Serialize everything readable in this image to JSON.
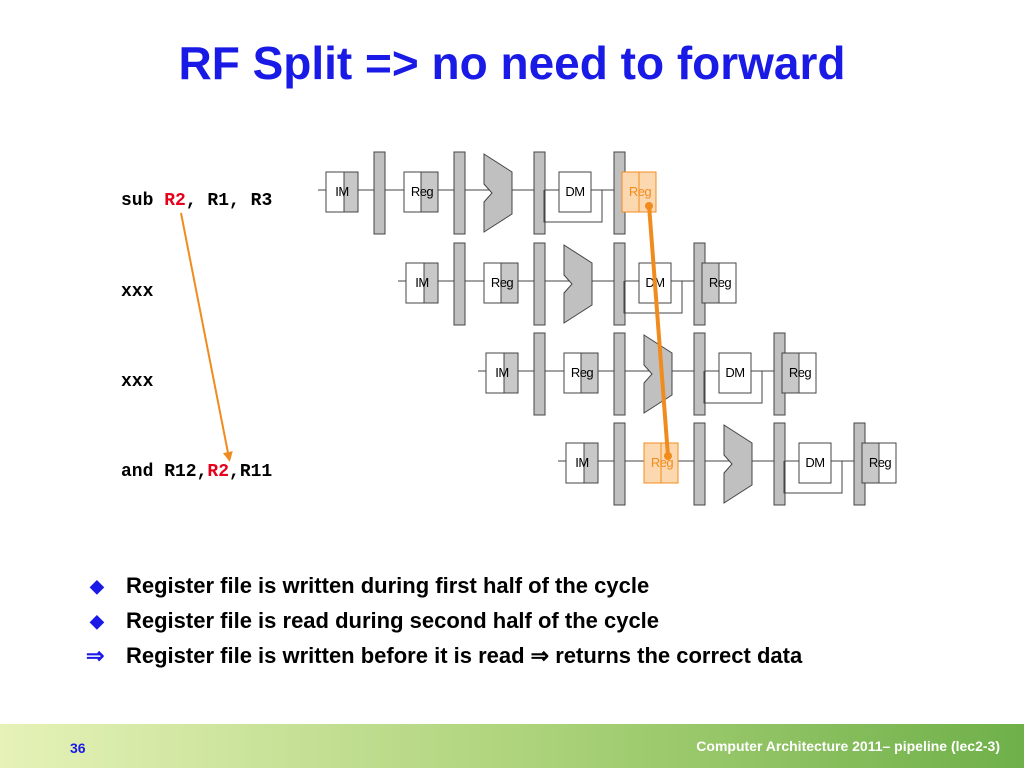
{
  "slide": {
    "title": "RF Split => no need to forward"
  },
  "instructions": [
    {
      "parts": [
        "sub ",
        "R2",
        ", R1, R3"
      ]
    },
    {
      "parts": [
        "xxx"
      ]
    },
    {
      "parts": [
        "xxx"
      ]
    },
    {
      "parts": [
        "and R12,",
        "R2",
        ",R11"
      ]
    }
  ],
  "pipeline": {
    "stage_labels": {
      "im": "IM",
      "reg": "Reg",
      "dm": "DM"
    },
    "highlight_color": "#f08c1e",
    "register_highlight": "#fcd8b0"
  },
  "bullets": [
    {
      "marker": "diamond",
      "text": "Register file is written during first half of the cycle"
    },
    {
      "marker": "diamond",
      "text": "Register file is read during second half of the cycle"
    },
    {
      "marker": "implies",
      "text_before": " Register file is written before it is read ",
      "text_after": " returns the correct data"
    }
  ],
  "footer": {
    "page_number": "36",
    "course": "Computer Architecture 2011– pipeline (lec2-3)"
  }
}
